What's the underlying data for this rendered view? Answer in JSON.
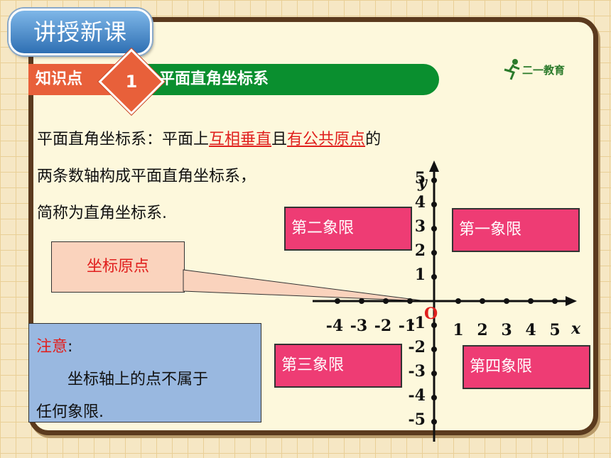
{
  "section_tab": "讲授新课",
  "knowledge": {
    "label": "知识点",
    "number": "1",
    "title": "平面直角坐标系"
  },
  "logo": {
    "text": "二一教育"
  },
  "definition": {
    "line1_a": "平面直角坐标系：平面上",
    "line1_b": "互相垂直",
    "line1_c": "且",
    "line1_d": "有公共原点",
    "line1_e": "的",
    "line2": "两条数轴构成平面直角坐标系，",
    "line3": "简称为直角坐标系."
  },
  "callout": "坐标原点",
  "quadrants": {
    "q1": "第一象限",
    "q2": "第二象限",
    "q3": "第三象限",
    "q4": "第四象限"
  },
  "note": {
    "title": "注意",
    "colon": ":",
    "body1": "坐标轴上的点不属于",
    "body2": "任何象限."
  },
  "axes": {
    "x_label": "x",
    "y_label": "y",
    "origin_label": "O",
    "x_ticks": [
      "-4",
      "-3",
      "-2",
      "-1",
      "1",
      "2",
      "3",
      "4",
      "5"
    ],
    "y_ticks": [
      "5",
      "4",
      "3",
      "2",
      "1",
      "-1",
      "-2",
      "-3",
      "-4",
      "-5"
    ]
  },
  "colors": {
    "quadrant_fill": "#ee3c74",
    "bar_green": "#0a8f2f",
    "accent_red": "#e0201e",
    "note_blue": "#99b8e0"
  }
}
